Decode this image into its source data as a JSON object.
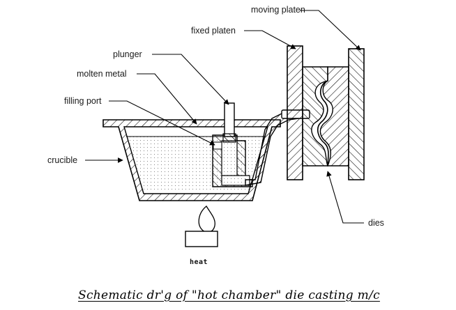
{
  "labels": {
    "moving_platen": "moving platen",
    "fixed_platen": "fixed platen",
    "plunger": "plunger",
    "molten_metal": "molten metal",
    "filling_port": "filling port",
    "crucible": "crucible",
    "dies": "dies",
    "heat": "heat"
  },
  "caption": "Schematic dr'g of \"hot chamber\" die casting m/c"
}
